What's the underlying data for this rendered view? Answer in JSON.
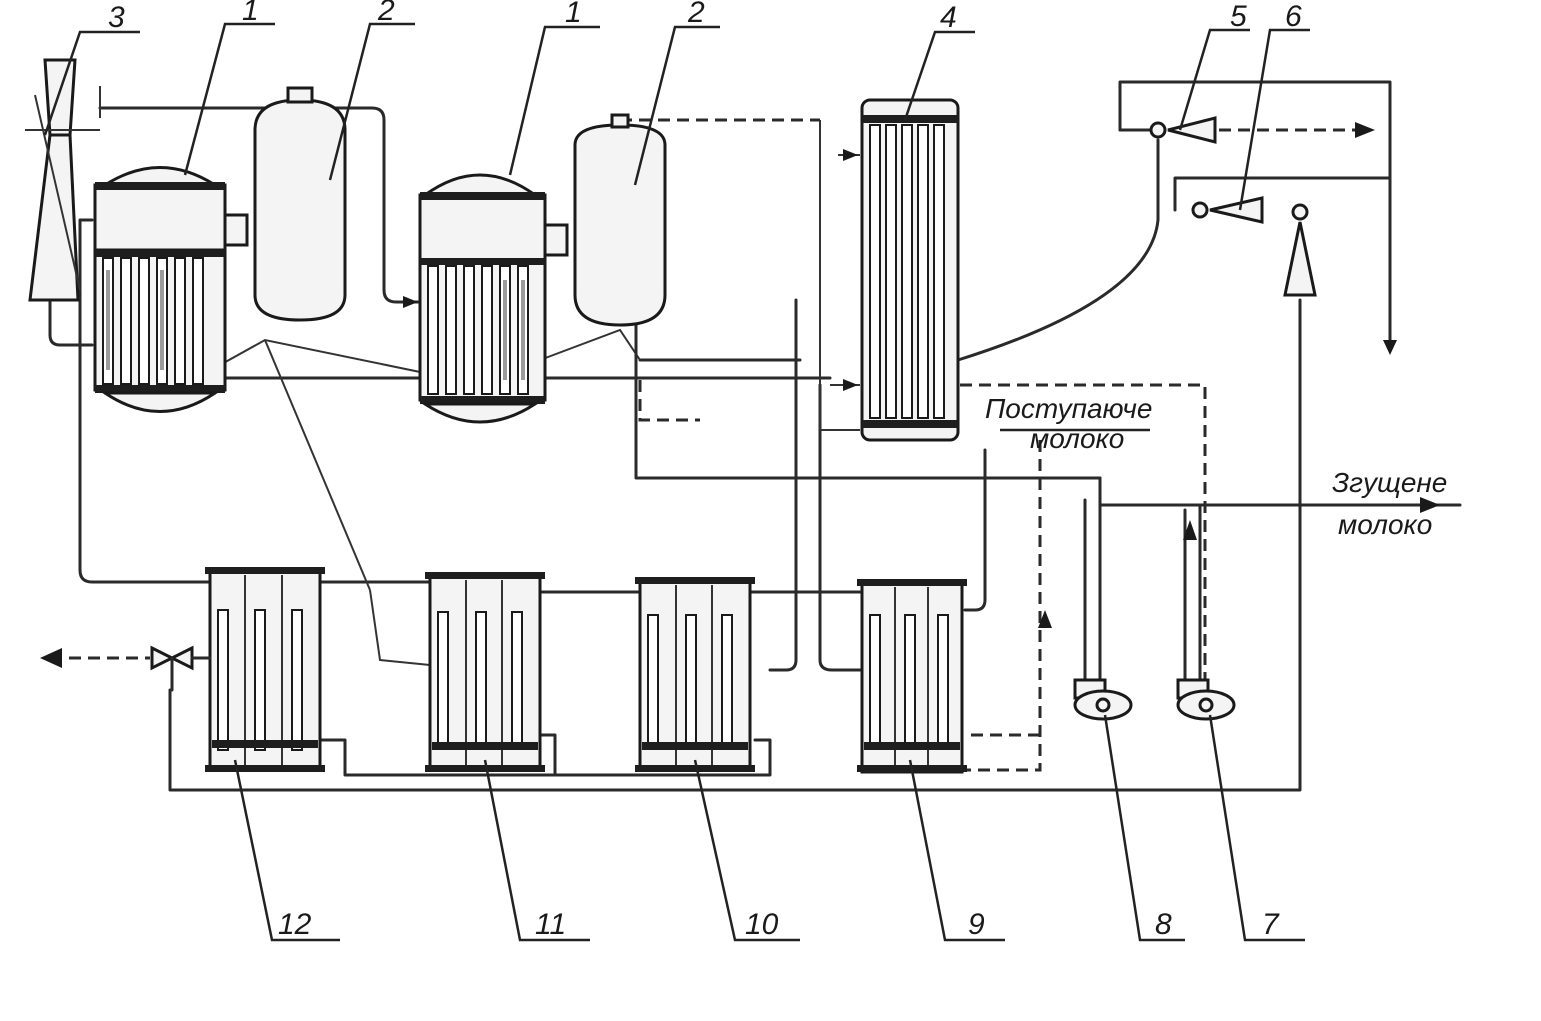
{
  "labels": {
    "incoming_milk_line1": "Поступаюче",
    "incoming_milk_line2": "молоко",
    "condensed_milk_line1": "Згущене",
    "condensed_milk_line2": "молоко"
  },
  "callouts": {
    "n1a": "1",
    "n2a": "2",
    "n3": "3",
    "n1b": "1",
    "n2b": "2",
    "n4": "4",
    "n5": "5",
    "n6": "6",
    "n7": "7",
    "n8": "8",
    "n9": "9",
    "n10": "10",
    "n11": "11",
    "n12": "12"
  }
}
